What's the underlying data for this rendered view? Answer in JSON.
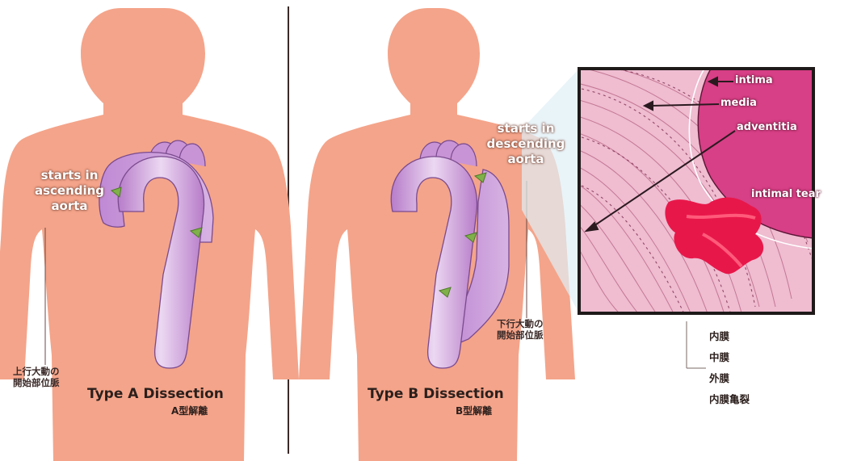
{
  "panel_a": {
    "title": "Type A Dissection",
    "subtitle": "A型解離",
    "label_lines": [
      "starts in",
      "ascending",
      "aorta"
    ],
    "jp_lines": [
      "上行大動の",
      "開始部位脈"
    ]
  },
  "panel_b": {
    "title": "Type B Dissection",
    "subtitle": "B型解離",
    "label_lines": [
      "starts in",
      "descending",
      "aorta"
    ],
    "jp_lines": [
      "下行大動の",
      "開始部位脈"
    ]
  },
  "detail": {
    "labels": {
      "intima": "intima",
      "media": "media",
      "adventitia": "adventitia",
      "intimal_tear": "intimal tear"
    },
    "legend": [
      "内膜",
      "中膜",
      "外膜",
      "内膜亀裂"
    ]
  },
  "colors": {
    "skin": "#f4a48a",
    "aorta": "#c994d6",
    "aorta_highlight": "#ecd8f2",
    "tear": "#7fb04a",
    "tissue_bg": "#efbcd0",
    "tear_red": "#e8174a"
  }
}
